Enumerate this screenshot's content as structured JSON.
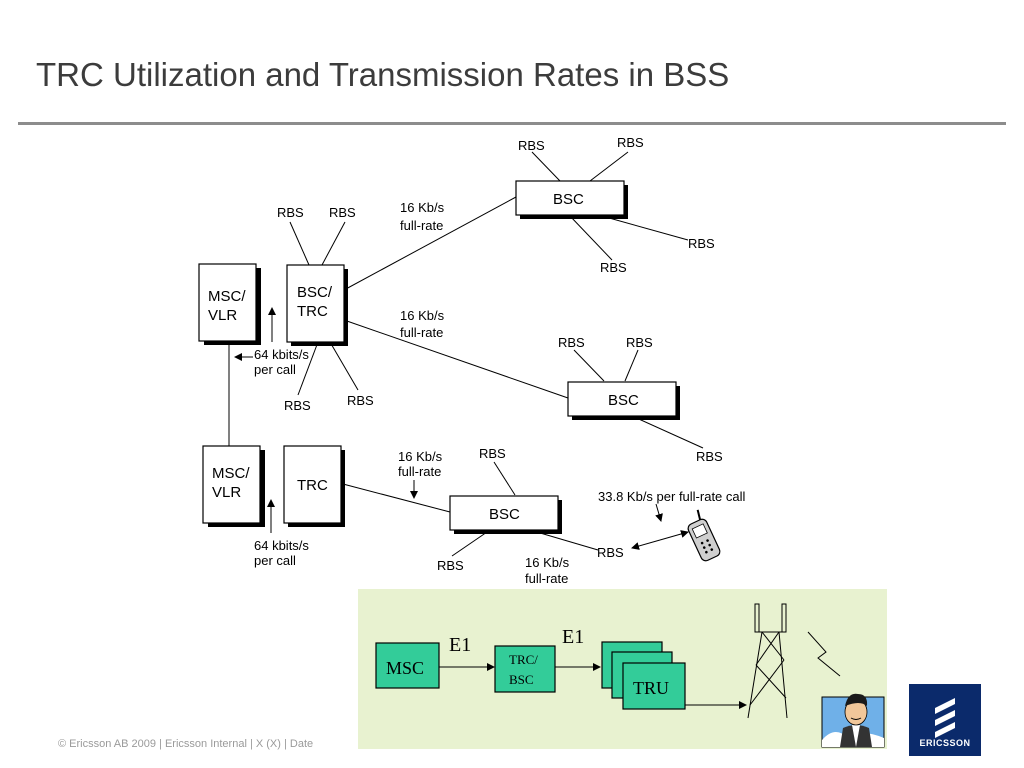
{
  "title": "TRC Utilization and Transmission Rates in BSS",
  "footer": "© Ericsson AB 2009 | Ericsson Internal | X (X) | Date",
  "logo_text": "ERICSSON",
  "colors": {
    "panel": "#e8f2d0",
    "node_green": "#33cc99",
    "logo_bg": "#0b2a6b",
    "rule": "#8c8c8c"
  },
  "diagram": {
    "msc1": "MSC/",
    "msc1b": "VLR",
    "bsctrc": "BSC/",
    "bsctrcb": "TRC",
    "msc2": "MSC/",
    "msc2b": "VLR",
    "trc": "TRC",
    "bsc_top": "BSC",
    "bsc_mid": "BSC",
    "bsc_bot": "BSC",
    "rbs": "RBS",
    "rate_top": "16 Kb/s",
    "rate_top_b": "full-rate",
    "rate_mid": "16 Kb/s",
    "rate_mid_b": "full-rate",
    "rate_bot": "16 Kb/s",
    "rate_bot_b": "full-rate",
    "rate_bot2": "16 Kb/s",
    "rate_bot2_b": "full-rate",
    "kbits1": "64 kbits/s",
    "kbits1b": "per call",
    "kbits2": "64 kbits/s",
    "kbits2b": "per call",
    "air_rate": "33.8 Kb/s per full-rate call"
  },
  "inset": {
    "msc": "MSC",
    "e1a": "E1",
    "e1b": "E1",
    "trcbsc": "TRC/",
    "trcbsc_b": "BSC",
    "tru": "TRU"
  }
}
